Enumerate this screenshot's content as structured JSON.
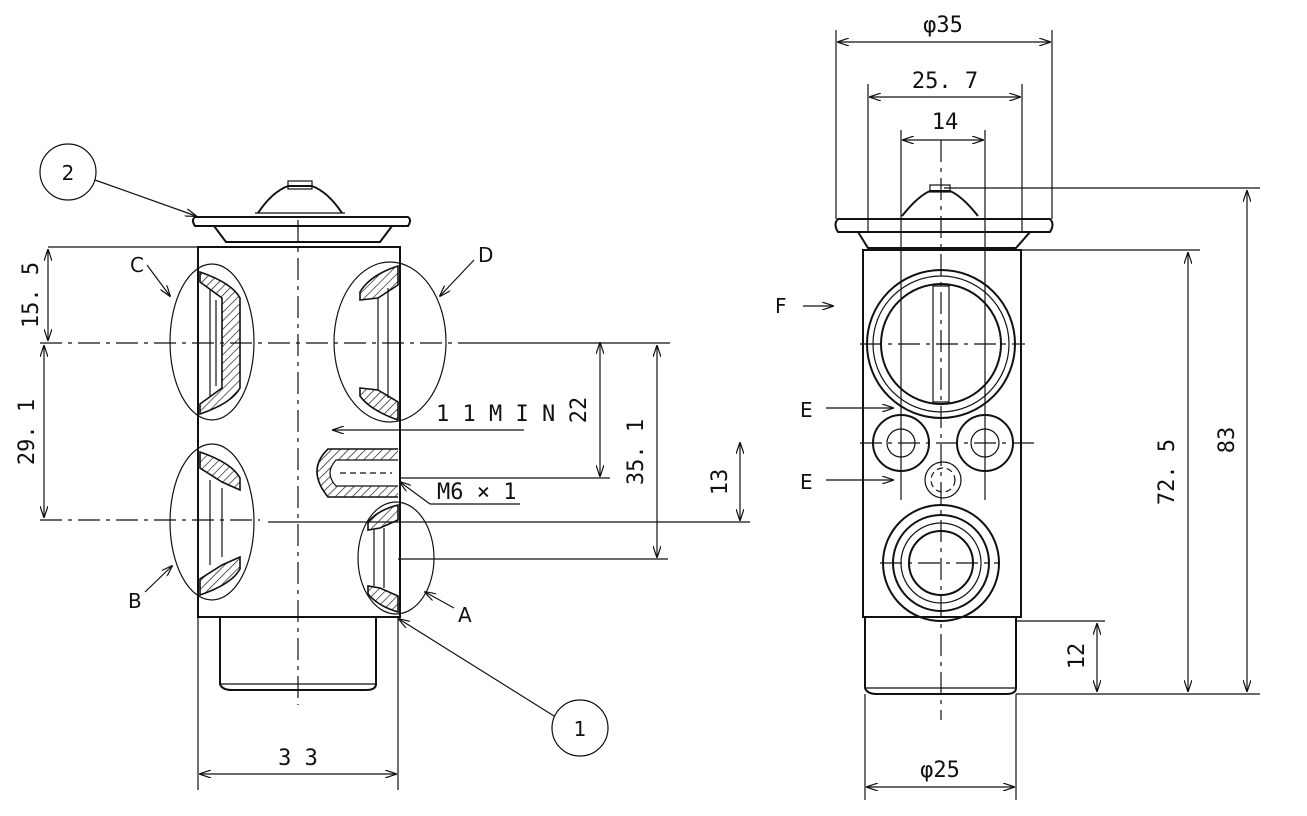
{
  "drawing": {
    "left_view": {
      "dims": {
        "d15_5": "15. 5",
        "d29_1": "29. 1",
        "d22": "22",
        "d35_1": "35. 1",
        "d13": "13",
        "d33": "3 3",
        "d11min": "1 1 M I N",
        "thread": "M6 × 1"
      },
      "port_labels": {
        "a": "A",
        "b": "B",
        "c": "C",
        "d": "D"
      },
      "balloons": {
        "one": "1",
        "two": "2"
      }
    },
    "right_view": {
      "dims": {
        "phi35": "φ35",
        "d25_7": "25. 7",
        "d14": "14",
        "d72_5": "72. 5",
        "d83": "83",
        "d12": "12",
        "phi25": "φ25"
      },
      "labels": {
        "e_top": "E",
        "e_bottom": "E",
        "f": "F"
      }
    }
  }
}
